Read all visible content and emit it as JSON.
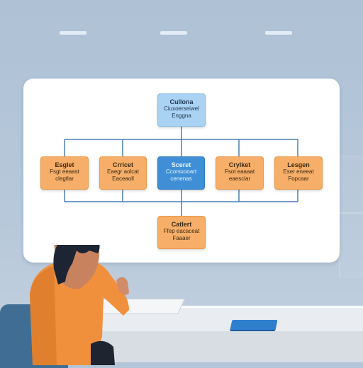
{
  "colors": {
    "node_orange": "#f7ae68",
    "node_blue_light": "#a9d2f3",
    "node_blue": "#3e8fd6",
    "connector": "#4a7fb0"
  },
  "diagram": {
    "root": {
      "title": "Cullona",
      "lines": [
        "Ciuxoerseiwel",
        "Enggna"
      ]
    },
    "middle": [
      {
        "title": "Esglet",
        "lines": [
          "Fsgt eeaast",
          "clegtlar"
        ]
      },
      {
        "title": "Crricet",
        "lines": [
          "Eaegr aolcat",
          "Eaceaoll"
        ]
      },
      {
        "title": "Sceret",
        "lines": [
          "Ccorsxooart",
          "cenenas"
        ]
      },
      {
        "title": "Crylket",
        "lines": [
          "Fsot eaaaat",
          "eaesclar"
        ]
      },
      {
        "title": "Lesgen",
        "lines": [
          "Eser eneeat",
          "Fopcaar"
        ]
      }
    ],
    "bottom": {
      "title": "Catlert",
      "lines": [
        "Ffep eacaceat",
        "Faaaer"
      ]
    }
  }
}
